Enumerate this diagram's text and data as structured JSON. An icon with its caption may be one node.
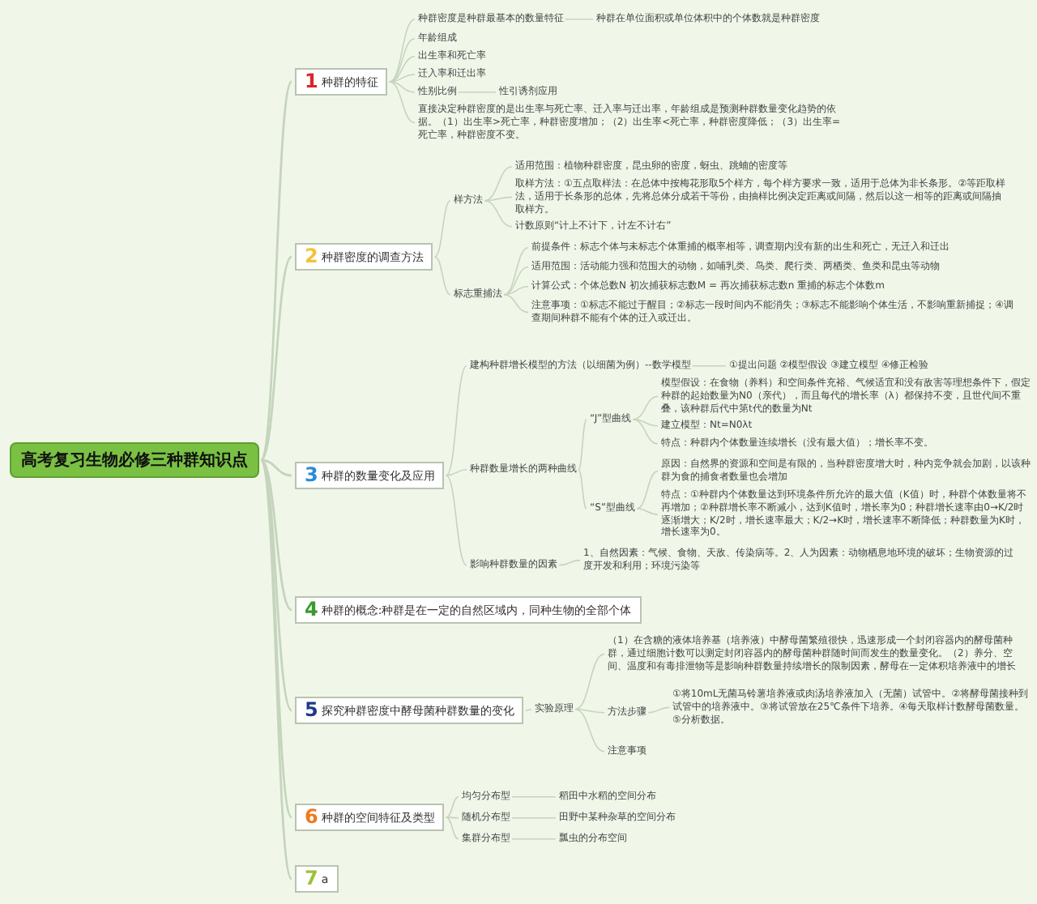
{
  "diagram": {
    "nodes": [
      {
        "text": [
          "高考复习生物必修三种群知识点"
        ]
      },
      {
        "text": [
          "1",
          "种群的特征"
        ]
      },
      {
        "text": [
          "种群密度是种群最基本的数量特征"
        ]
      },
      {
        "text": [
          "种群在单位面积或单位体积中的个体数就是种群密度"
        ]
      },
      {
        "text": [
          "年龄组成"
        ]
      },
      {
        "text": [
          "出生率和死亡率"
        ]
      },
      {
        "text": [
          "迁入率和迁出率"
        ]
      },
      {
        "text": [
          "性别比例"
        ]
      },
      {
        "text": [
          "性引诱剂应用"
        ]
      },
      {
        "text": [
          "直接决定种群密度的是出生率与死亡率、迁入率与迁出率，年龄组成是预测种群数量变化趋势的依据。（1）出生率>死亡率，种群密度增加；（2）出生率<死亡率，种群密度降低；（3）出生率=死亡率，种群密度不变。"
        ]
      },
      {
        "text": [
          "2",
          "种群密度的调查方法"
        ]
      },
      {
        "text": [
          "样方法"
        ]
      },
      {
        "text": [
          "适用范围：植物种群密度，昆虫卵的密度，蚜虫、跳蝻的密度等"
        ]
      },
      {
        "text": [
          "取样方法：①五点取样法：在总体中按梅花形取5个样方，每个样方要求一致，适用于总体为非长条形。②等距取样法，适用于长条形的总体，先将总体分成若干等份，由抽样比例决定距离或间隔，然后以这一相等的距离或间隔抽取样方。"
        ]
      },
      {
        "text": [
          "计数原则“计上不计下，计左不计右”"
        ]
      },
      {
        "text": [
          "标志重捕法"
        ]
      },
      {
        "text": [
          "前提条件：标志个体与未标志个体重捕的概率相等，调查期内没有新的出生和死亡，无迁入和迁出"
        ]
      },
      {
        "text": [
          "适用范围：活动能力强和范围大的动物，如哺乳类、鸟类、爬行类、两栖类、鱼类和昆虫等动物"
        ]
      },
      {
        "text": [
          "计算公式：个体总数N 初次捕获标志数M = 再次捕获标志数n 重捕的标志个体数m"
        ]
      },
      {
        "text": [
          "注意事项：①标志不能过于醒目；②标志一段时间内不能消失；③标志不能影响个体生活，不影响重新捕捉；④调查期间种群不能有个体的迁入或迁出。"
        ]
      },
      {
        "text": [
          "3",
          "种群的数量变化及应用"
        ]
      },
      {
        "text": [
          "建构种群增长模型的方法（以细菌为例）--数学模型"
        ]
      },
      {
        "text": [
          "①提出问题 ②模型假设 ③建立模型 ④修正检验"
        ]
      },
      {
        "text": [
          "种群数量增长的两种曲线"
        ]
      },
      {
        "text": [
          "“J”型曲线"
        ]
      },
      {
        "text": [
          "模型假设：在食物（养料）和空间条件充裕、气候适宜和没有敌害等理想条件下，假定种群的起始数量为N0（亲代），而且每代的增长率（λ）都保持不变，且世代间不重叠，该种群后代中第t代的数量为Nt"
        ]
      },
      {
        "text": [
          "建立模型：Nt=N0λt"
        ]
      },
      {
        "text": [
          "特点：种群内个体数量连续增长（没有最大值）；增长率不变。"
        ]
      },
      {
        "text": [
          "“S”型曲线"
        ]
      },
      {
        "text": [
          "原因：自然界的资源和空间是有限的，当种群密度增大时，种内竞争就会加剧，以该种群为食的捕食者数量也会增加"
        ]
      },
      {
        "text": [
          "特点：①种群内个体数量达到环境条件所允许的最大值（K值）时，种群个体数量将不再增加；②种群增长率不断减小，达到K值时，增长率为0；种群增长速率由0→K/2时逐渐增大；K/2时，增长速率最大；K/2→K时，增长速率不断降低；种群数量为K时，增长速率为0。"
        ]
      },
      {
        "text": [
          "影响种群数量的因素"
        ]
      },
      {
        "text": [
          "1、自然因素：气候、食物、天敌、传染病等。2、人为因素：动物栖息地环境的破坏；生物资源的过度开发和利用；环境污染等"
        ]
      },
      {
        "text": [
          "4",
          "种群的概念:种群是在一定的自然区域内，同种生物的全部个体"
        ]
      },
      {
        "text": [
          "5",
          "探究种群密度中酵母菌种群数量的变化"
        ]
      },
      {
        "text": [
          "实验原理"
        ]
      },
      {
        "text": [
          "（1）在含糖的液体培养基（培养液）中酵母菌繁殖很快，迅速形成一个封闭容器内的酵母菌种群，通过细胞计数可以测定封闭容器内的酵母菌种群随时间而发生的数量变化。（2）养分、空间、温度和有毒排泄物等是影响种群数量持续增长的限制因素，酵母在一定体积培养液中的增长"
        ]
      },
      {
        "text": [
          "方法步骤"
        ]
      },
      {
        "text": [
          "①将10mL无菌马铃薯培养液或肉汤培养液加入（无菌）试管中。②将酵母菌接种到试管中的培养液中。③将试管放在25℃条件下培养。④每天取样计数酵母菌数量。⑤分析数据。"
        ]
      },
      {
        "text": [
          "注意事项"
        ]
      },
      {
        "text": [
          "6",
          "种群的空间特征及类型"
        ]
      },
      {
        "text": [
          "均匀分布型"
        ]
      },
      {
        "text": [
          "稻田中水稻的空间分布"
        ]
      },
      {
        "text": [
          "随机分布型"
        ]
      },
      {
        "text": [
          "田野中某种杂草的空间分布"
        ]
      },
      {
        "text": [
          "集群分布型"
        ]
      },
      {
        "text": [
          "瓢虫的分布空间"
        ]
      },
      {
        "text": [
          "7",
          "a"
        ]
      }
    ],
    "edges": [
      {
        "from": 0,
        "to": 1,
        "arrow": "none"
      },
      {
        "from": 0,
        "to": 10,
        "arrow": "none"
      },
      {
        "from": 0,
        "to": 20,
        "arrow": "none"
      },
      {
        "from": 0,
        "to": 33,
        "arrow": "none"
      },
      {
        "from": 0,
        "to": 34,
        "arrow": "none"
      },
      {
        "from": 0,
        "to": 40,
        "arrow": "none"
      },
      {
        "from": 0,
        "to": 47,
        "arrow": "none"
      },
      {
        "from": 1,
        "to": 2,
        "arrow": "none"
      },
      {
        "from": 2,
        "to": 3,
        "arrow": "none"
      },
      {
        "from": 1,
        "to": 4,
        "arrow": "none"
      },
      {
        "from": 1,
        "to": 5,
        "arrow": "none"
      },
      {
        "from": 1,
        "to": 6,
        "arrow": "none"
      },
      {
        "from": 1,
        "to": 7,
        "arrow": "none"
      },
      {
        "from": 7,
        "to": 8,
        "arrow": "none"
      },
      {
        "from": 1,
        "to": 9,
        "arrow": "none"
      },
      {
        "from": 10,
        "to": 11,
        "arrow": "none"
      },
      {
        "from": 11,
        "to": 12,
        "arrow": "none"
      },
      {
        "from": 11,
        "to": 13,
        "arrow": "none"
      },
      {
        "from": 11,
        "to": 14,
        "arrow": "none"
      },
      {
        "from": 10,
        "to": 15,
        "arrow": "none"
      },
      {
        "from": 15,
        "to": 16,
        "arrow": "none"
      },
      {
        "from": 15,
        "to": 17,
        "arrow": "none"
      },
      {
        "from": 15,
        "to": 18,
        "arrow": "none"
      },
      {
        "from": 15,
        "to": 19,
        "arrow": "none"
      },
      {
        "from": 20,
        "to": 21,
        "arrow": "none"
      },
      {
        "from": 21,
        "to": 22,
        "arrow": "none"
      },
      {
        "from": 20,
        "to": 23,
        "arrow": "none"
      },
      {
        "from": 23,
        "to": 24,
        "arrow": "none"
      },
      {
        "from": 24,
        "to": 25,
        "arrow": "none"
      },
      {
        "from": 24,
        "to": 26,
        "arrow": "none"
      },
      {
        "from": 24,
        "to": 27,
        "arrow": "none"
      },
      {
        "from": 23,
        "to": 28,
        "arrow": "none"
      },
      {
        "from": 28,
        "to": 29,
        "arrow": "none"
      },
      {
        "from": 28,
        "to": 30,
        "arrow": "none"
      },
      {
        "from": 20,
        "to": 31,
        "arrow": "none"
      },
      {
        "from": 31,
        "to": 32,
        "arrow": "none"
      },
      {
        "from": 34,
        "to": 35,
        "arrow": "none"
      },
      {
        "from": 35,
        "to": 36,
        "arrow": "none"
      },
      {
        "from": 35,
        "to": 37,
        "arrow": "none"
      },
      {
        "from": 37,
        "to": 38,
        "arrow": "none"
      },
      {
        "from": 35,
        "to": 39,
        "arrow": "none"
      },
      {
        "from": 40,
        "to": 41,
        "arrow": "none"
      },
      {
        "from": 41,
        "to": 42,
        "arrow": "none"
      },
      {
        "from": 40,
        "to": 43,
        "arrow": "none"
      },
      {
        "from": 43,
        "to": 44,
        "arrow": "none"
      },
      {
        "from": 40,
        "to": 45,
        "arrow": "none"
      },
      {
        "from": 45,
        "to": 46,
        "arrow": "none"
      }
    ]
  }
}
